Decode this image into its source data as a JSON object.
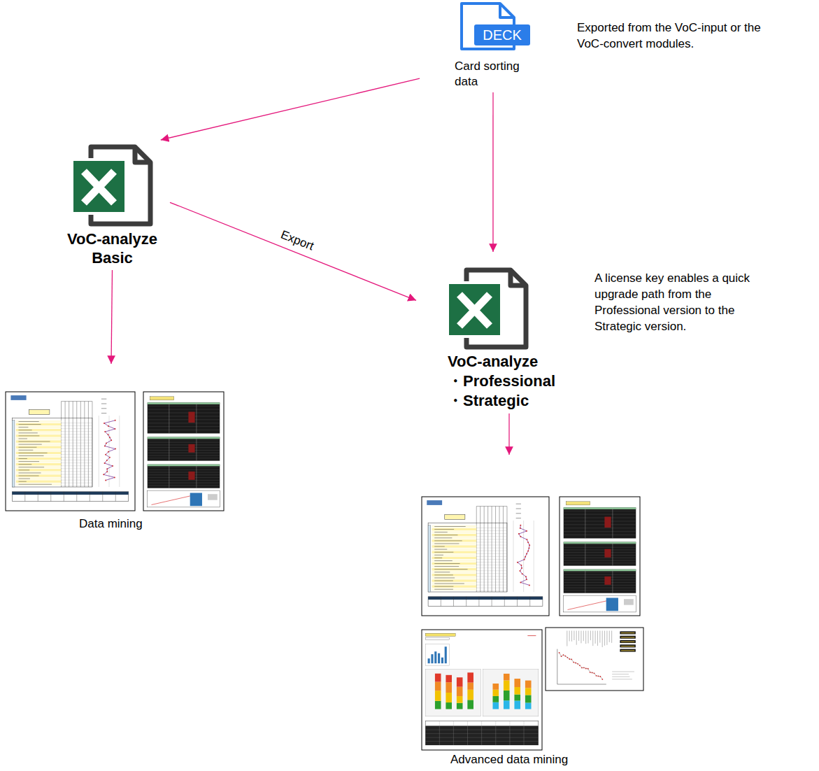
{
  "diagram": {
    "nodes": [
      {
        "text": [
          "DECK",
          "Card sorting data"
        ]
      },
      {
        "text": [
          "VoC-analyze Basic"
        ]
      },
      {
        "text": [
          "VoC-analyze",
          "・Professional",
          "・Strategic"
        ]
      },
      {
        "text": [
          "Data mining"
        ]
      },
      {
        "text": [
          "Advanced data mining"
        ]
      }
    ],
    "edges": [
      {
        "from": 0,
        "to": 1,
        "arrow": "to"
      },
      {
        "from": 0,
        "to": 2,
        "arrow": "to"
      },
      {
        "from": 1,
        "to": 2,
        "label": "Export",
        "arrow": "to"
      },
      {
        "from": 1,
        "to": 3,
        "arrow": "to"
      },
      {
        "from": 2,
        "to": 4,
        "arrow": "to"
      }
    ],
    "labels": [
      "Exported from the VoC-input or the VoC-convert modules.",
      "A license key enables a quick upgrade path from the Professional version to the Strategic version."
    ]
  }
}
